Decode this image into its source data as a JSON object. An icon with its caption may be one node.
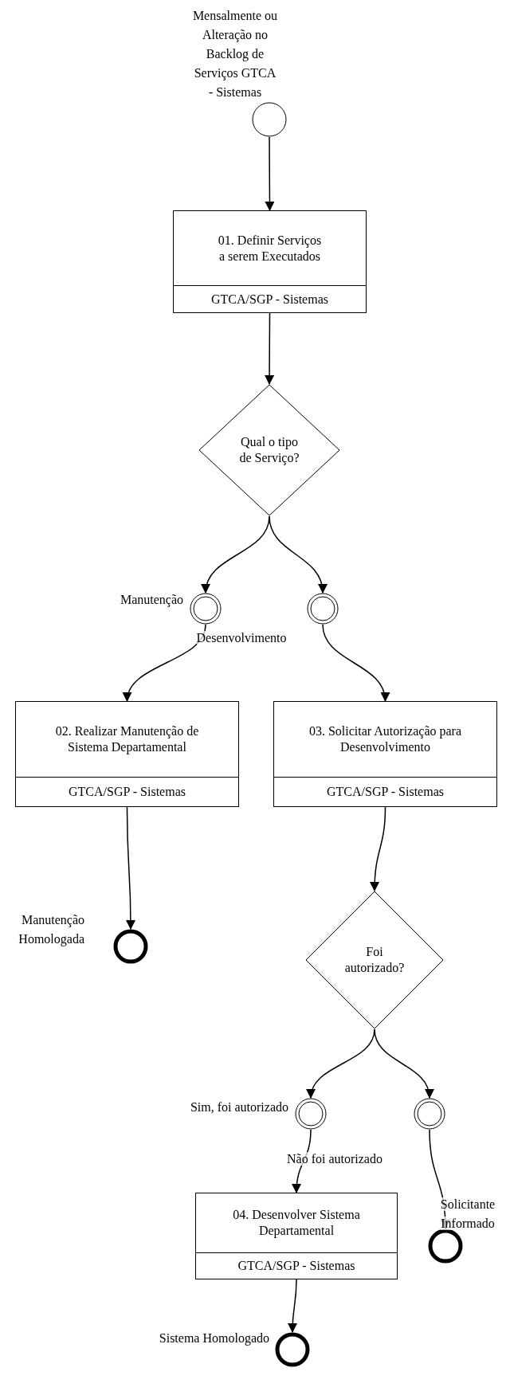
{
  "diagram": {
    "nodes": [
      {
        "text": [],
        "shape": "circle",
        "beside": [
          "Mensalmente ou Alteração no Backlog de Serviços GTCA - Sistemas"
        ]
      },
      {
        "text": [
          "01. Definir Serviços a serem Executados",
          "GTCA/SGP - Sistemas"
        ]
      },
      {
        "text": [
          "Qual o tipo de Serviço?"
        ]
      },
      {
        "text": [],
        "shape": "circle",
        "beside": [
          "Manutenção"
        ]
      },
      {
        "text": [],
        "shape": "circle"
      },
      {
        "text": [
          "02. Realizar Manutenção de Sistema Departamental",
          "GTCA/SGP - Sistemas"
        ]
      },
      {
        "text": [
          "03. Solicitar Autorização para Desenvolvimento",
          "GTCA/SGP - Sistemas"
        ]
      },
      {
        "text": [],
        "shape": "circle",
        "beside": [
          "Manutenção Homologada"
        ]
      },
      {
        "text": [
          "Foi autorizado?"
        ]
      },
      {
        "text": [],
        "shape": "circle",
        "beside": [
          "Sim, foi autorizado"
        ]
      },
      {
        "text": [],
        "shape": "circle",
        "beside": [
          "Não foi autorizado"
        ]
      },
      {
        "text": [
          "04. Desenvolver Sistema Departamental",
          "GTCA/SGP - Sistemas"
        ]
      },
      {
        "text": [],
        "shape": "circle",
        "beside": [
          "Sistema Homologado"
        ]
      },
      {
        "text": [],
        "shape": "circle",
        "beside": [
          "Solicitante Informado"
        ]
      }
    ],
    "edges": [
      {
        "from": 0,
        "to": 1,
        "arrow": "to"
      },
      {
        "from": 1,
        "to": 2,
        "arrow": "to"
      },
      {
        "from": 2,
        "to": 3,
        "arrow": "to"
      },
      {
        "from": 2,
        "to": 4,
        "arrow": "to"
      },
      {
        "from": 3,
        "to": 5,
        "arrow": "to"
      },
      {
        "from": 4,
        "to": 6,
        "arrow": "to"
      },
      {
        "from": 5,
        "to": 7,
        "arrow": "to"
      },
      {
        "from": 6,
        "to": 8,
        "arrow": "to"
      },
      {
        "from": 8,
        "to": 9,
        "arrow": "to"
      },
      {
        "from": 8,
        "to": 10,
        "arrow": "to"
      },
      {
        "from": 9,
        "to": 11,
        "arrow": "to"
      },
      {
        "from": 10,
        "to": 13,
        "arrow": "to"
      },
      {
        "from": 11,
        "to": 12,
        "arrow": "to"
      }
    ],
    "labels": [
      "Desenvolvimento"
    ]
  }
}
